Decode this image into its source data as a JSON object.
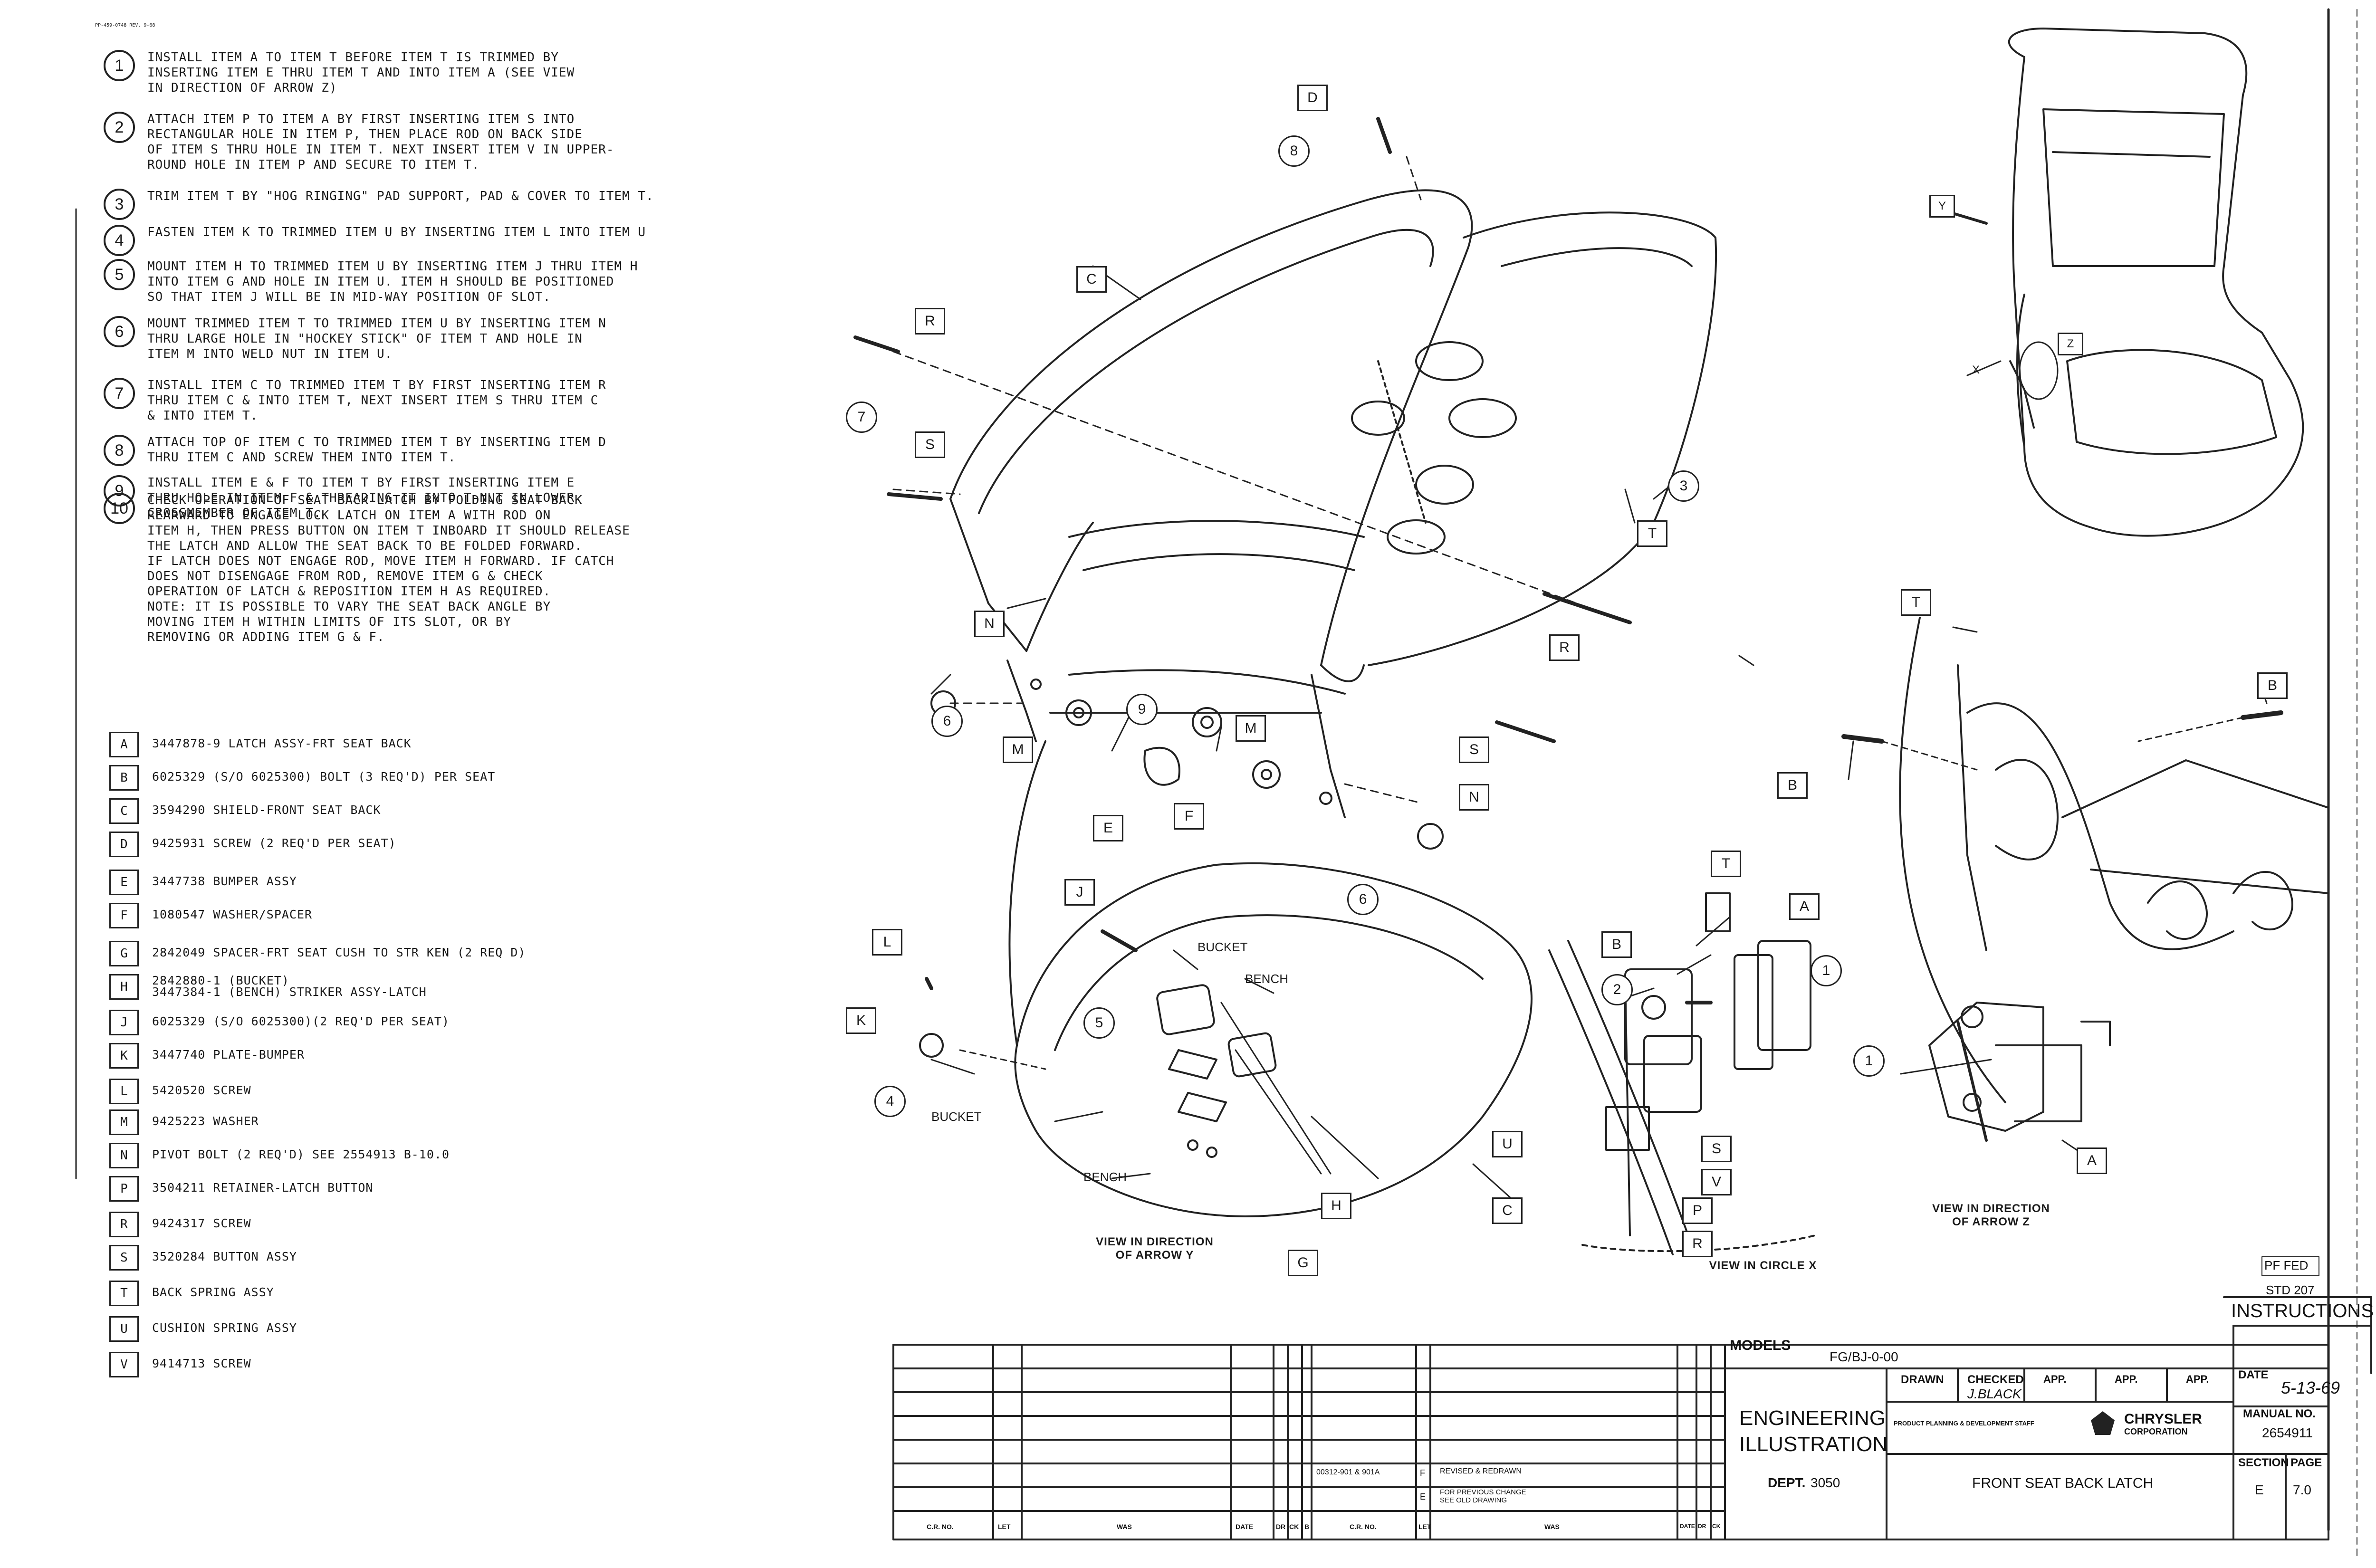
{
  "corner_code": "PP-459-0748 REV. 9-68",
  "instructions": [
    {
      "num": "1",
      "text": "INSTALL ITEM A TO ITEM T BEFORE ITEM T IS TRIMMED BY\nINSERTING ITEM E THRU ITEM T AND INTO ITEM A (SEE VIEW\nIN DIRECTION OF ARROW Z)"
    },
    {
      "num": "2",
      "text": "ATTACH ITEM P TO ITEM A BY FIRST INSERTING ITEM S INTO\nRECTANGULAR HOLE IN ITEM P, THEN PLACE ROD ON BACK SIDE\nOF ITEM S THRU HOLE IN ITEM T. NEXT INSERT ITEM V IN UPPER-\nROUND HOLE IN ITEM P AND SECURE TO ITEM T."
    },
    {
      "num": "3",
      "text": "TRIM ITEM T BY \"HOG RINGING\" PAD SUPPORT, PAD & COVER TO ITEM T."
    },
    {
      "num": "4",
      "text": "FASTEN ITEM K TO TRIMMED ITEM U BY INSERTING ITEM L INTO ITEM U"
    },
    {
      "num": "5",
      "text": "MOUNT ITEM H TO TRIMMED ITEM U BY INSERTING ITEM J THRU ITEM H\nINTO ITEM G AND HOLE IN ITEM U. ITEM H SHOULD BE POSITIONED\nSO THAT ITEM J WILL BE IN MID-WAY POSITION OF SLOT."
    },
    {
      "num": "6",
      "text": "MOUNT TRIMMED ITEM T TO TRIMMED ITEM U BY INSERTING ITEM N\nTHRU LARGE HOLE IN \"HOCKEY STICK\" OF ITEM T AND HOLE IN\nITEM M INTO WELD NUT IN ITEM U."
    },
    {
      "num": "7",
      "text": "INSTALL ITEM C TO TRIMMED ITEM T BY FIRST INSERTING ITEM R\nTHRU ITEM C & INTO ITEM T, NEXT INSERT ITEM S THRU ITEM C\n& INTO ITEM T."
    },
    {
      "num": "8",
      "text": "ATTACH TOP OF ITEM C TO TRIMMED ITEM T BY INSERTING ITEM D\nTHRU ITEM C AND SCREW THEM INTO ITEM T."
    },
    {
      "num": "9",
      "text": "INSTALL ITEM E & F TO ITEM T BY FIRST INSERTING ITEM E\nTHRU HOLE IN ITEM F & THREADING IT INTO T-NUT IN LOWER\nCROSSMEMBER OF ITEM T."
    },
    {
      "num": "10",
      "text": "CHECK OPERATION OF SEAT BACK LATCH BY FOLDING SEAT BACK\nREARWARD TO ENGAGE LOCK LATCH ON ITEM A WITH ROD ON\nITEM H, THEN PRESS BUTTON ON ITEM T INBOARD IT SHOULD RELEASE\nTHE LATCH AND ALLOW THE SEAT BACK TO BE FOLDED FORWARD.\nIF LATCH DOES NOT ENGAGE ROD, MOVE ITEM H FORWARD. IF CATCH\nDOES NOT DISENGAGE FROM ROD, REMOVE ITEM G & CHECK\nOPERATION OF LATCH & REPOSITION ITEM H AS REQUIRED.\n      NOTE: IT IS POSSIBLE TO VARY THE SEAT BACK ANGLE BY\n            MOVING ITEM H WITHIN LIMITS OF ITS SLOT, OR BY\n            REMOVING OR ADDING ITEM G & F."
    }
  ],
  "parts": [
    {
      "letter": "A",
      "desc": "3447878-9 LATCH ASSY-FRT SEAT BACK"
    },
    {
      "letter": "B",
      "desc": "6025329 (S/O 6025300) BOLT (3 REQ'D) PER SEAT"
    },
    {
      "letter": "C",
      "desc": "3594290 SHIELD-FRONT SEAT BACK"
    },
    {
      "letter": "D",
      "desc": "9425931 SCREW (2 REQ'D PER SEAT)"
    },
    {
      "letter": "E",
      "desc": "3447738 BUMPER ASSY"
    },
    {
      "letter": "F",
      "desc": "1080547 WASHER/SPACER"
    },
    {
      "letter": "G",
      "desc": "2842049 SPACER-FRT SEAT CUSH TO STR KEN (2 REQ D)"
    },
    {
      "letter": "H",
      "desc": "2842880-1 (BUCKET)\n3447384-1 (BENCH) STRIKER ASSY-LATCH"
    },
    {
      "letter": "J",
      "desc": "6025329 (S/O 6025300)(2 REQ'D PER SEAT)"
    },
    {
      "letter": "K",
      "desc": "3447740 PLATE-BUMPER"
    },
    {
      "letter": "L",
      "desc": "5420520 SCREW"
    },
    {
      "letter": "M",
      "desc": "9425223 WASHER"
    },
    {
      "letter": "N",
      "desc": "PIVOT BOLT (2 REQ'D) SEE 2554913 B-10.0"
    },
    {
      "letter": "P",
      "desc": "3504211 RETAINER-LATCH BUTTON"
    },
    {
      "letter": "R",
      "desc": "9424317 SCREW"
    },
    {
      "letter": "S",
      "desc": "3520284 BUTTON ASSY"
    },
    {
      "letter": "T",
      "desc": "BACK SPRING ASSY"
    },
    {
      "letter": "U",
      "desc": "CUSHION SPRING ASSY"
    },
    {
      "letter": "V",
      "desc": "9414713 SCREW"
    }
  ],
  "drawing_labels": {
    "bucket": "BUCKET",
    "bench": "BENCH",
    "view_y_line1": "VIEW IN DIRECTION",
    "view_y_line2": "OF ARROW Y",
    "view_z_line1": "VIEW IN DIRECTION",
    "view_z_line2": "OF ARROW Z",
    "view_x": "VIEW IN CIRCLE X",
    "arrow_x": "X"
  },
  "stamp": {
    "line1": "PF FED",
    "line2": "STD 207"
  },
  "title_block": {
    "instructions": "INSTRUCTIONS",
    "models_label": "MODELS",
    "models_value": "FG/BJ-0-00",
    "engineering_line1": "ENGINEERING",
    "engineering_line2": "ILLUSTRATION",
    "dept_label": "DEPT.",
    "dept_value": "3050",
    "drawn_label": "DRAWN",
    "checked_label": "CHECKED",
    "checked_value": "J.BLACK",
    "app_label": "APP.",
    "date_label": "DATE",
    "date_value": "5-13-69",
    "staff_text": "PRODUCT PLANNING & DEVELOPMENT STAFF",
    "company_line1": "CHRYSLER",
    "company_line2": "CORPORATION",
    "manual_label": "MANUAL NO.",
    "manual_value": "2654911",
    "drawing_title": "FRONT SEAT BACK LATCH",
    "section_label": "SECTION",
    "section_value": "E",
    "page_label": "PAGE",
    "page_value": "7.0",
    "rev_cr1": "00312-901 & 901A",
    "rev_letter1": "F",
    "rev_text1": "REVISED & REDRAWN",
    "rev_letter2": "E",
    "rev_text2": "FOR PREVIOUS CHANGE\nSEE OLD DRAWING",
    "col_cr": "C.R. NO.",
    "col_let": "LET",
    "col_was": "WAS",
    "col_date": "DATE",
    "col_dr": "DR",
    "col_ck": "CK",
    "col_b": "B"
  }
}
